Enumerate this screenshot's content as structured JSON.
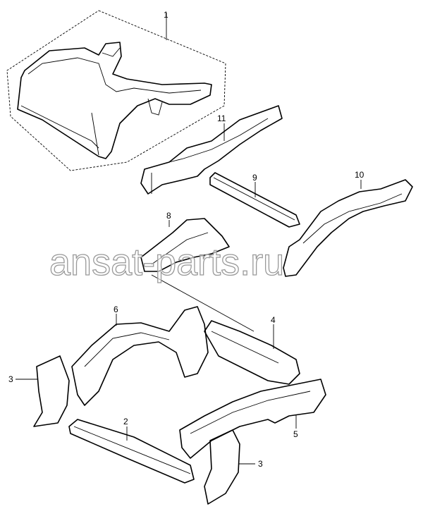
{
  "diagram": {
    "callouts": {
      "c1": "1",
      "c11": "11",
      "c9": "9",
      "c10": "10",
      "c8": "8",
      "c6": "6",
      "c4": "4",
      "c3a": "3",
      "c2": "2",
      "c5": "5",
      "c3b": "3"
    },
    "watermark": "ansat-parts.ru"
  }
}
